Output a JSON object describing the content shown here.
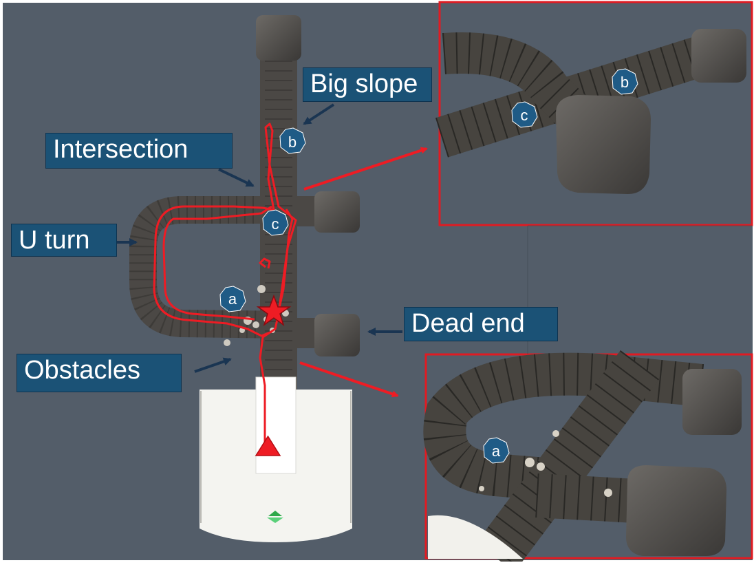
{
  "labels": {
    "big_slope": "Big slope",
    "intersection": "Intersection",
    "u_turn": "U turn",
    "dead_end": "Dead end",
    "obstacles": "Obstacles"
  },
  "markers": {
    "a": "a",
    "b": "b",
    "c": "c"
  },
  "colors": {
    "background": "#535d69",
    "callout_fill": "#1b5276",
    "trajectory": "#ee1c24",
    "inset_border": "#e01b22",
    "tunnel": "#4b4845",
    "marker_fill": "#1f5b86"
  },
  "symbols": {
    "start": "red-triangle-start",
    "end": "red-star-end"
  }
}
